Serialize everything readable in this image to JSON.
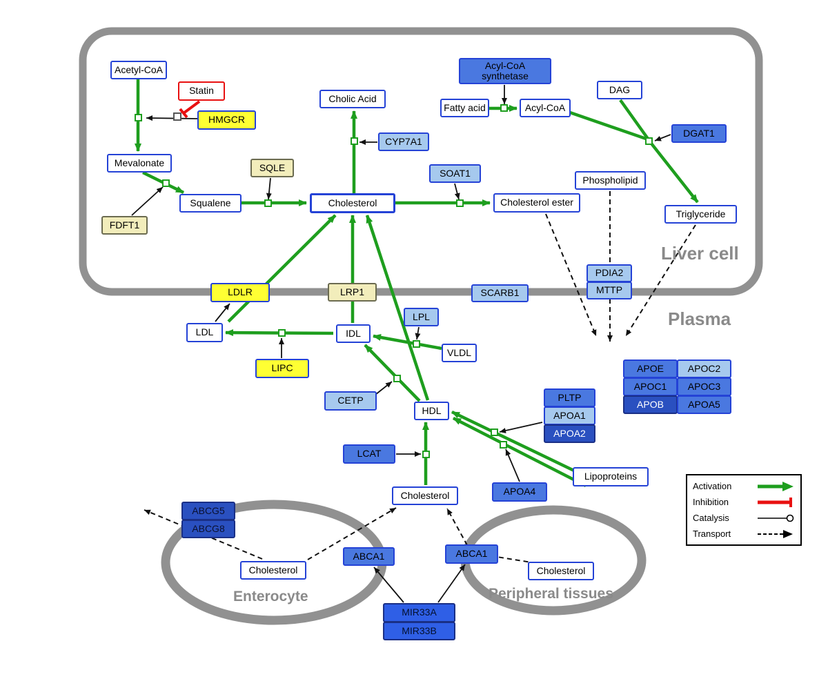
{
  "labels": {
    "liver_cell": "Liver cell",
    "plasma": "Plasma",
    "enterocyte": "Enterocyte",
    "peripheral_tissues": "Peripheral tissues"
  },
  "legend": {
    "activation": "Activation",
    "inhibition": "Inhibition",
    "catalysis": "Catalysis",
    "transport": "Transport"
  },
  "colors": {
    "activation_green": "#1e9e1e",
    "inhibition_red": "#e81010",
    "membrane_gray": "#919191",
    "metabolite_border_blue": "#2442d6",
    "enzyme_yellow": "#ffff33",
    "pale_yellow": "#f2edbb",
    "light_blue": "#a6c9ee",
    "mid_blue": "#4a78e0",
    "dark_blue": "#2a50c0",
    "vivid_blue": "#2f5fe6"
  },
  "nodes": {
    "acetyl_coa": {
      "label": "Acetyl-CoA"
    },
    "statin": {
      "label": "Statin"
    },
    "hmgcr": {
      "label": "HMGCR"
    },
    "mevalonate": {
      "label": "Mevalonate"
    },
    "sqle": {
      "label": "SQLE"
    },
    "fdft1": {
      "label": "FDFT1"
    },
    "squalene": {
      "label": "Squalene"
    },
    "cholic_acid": {
      "label": "Cholic Acid"
    },
    "cyp7a1": {
      "label": "CYP7A1"
    },
    "cholesterol_liver": {
      "label": "Cholesterol"
    },
    "soat1": {
      "label": "SOAT1"
    },
    "cholesterol_ester": {
      "label": "Cholesterol ester"
    },
    "acyl_coa_synthetase": {
      "label": "Acyl-CoA synthetase"
    },
    "fatty_acid": {
      "label": "Fatty acid"
    },
    "acyl_coa": {
      "label": "Acyl-CoA"
    },
    "dag": {
      "label": "DAG"
    },
    "dgat1": {
      "label": "DGAT1"
    },
    "phospholipid": {
      "label": "Phospholipid"
    },
    "triglyceride": {
      "label": "Triglyceride"
    },
    "pdia2": {
      "label": "PDIA2"
    },
    "mttp": {
      "label": "MTTP"
    },
    "ldlr": {
      "label": "LDLR"
    },
    "lrp1": {
      "label": "LRP1"
    },
    "scarb1": {
      "label": "SCARB1"
    },
    "ldl": {
      "label": "LDL"
    },
    "idl": {
      "label": "IDL"
    },
    "lpl": {
      "label": "LPL"
    },
    "vldl": {
      "label": "VLDL"
    },
    "lipc": {
      "label": "LIPC"
    },
    "cetp": {
      "label": "CETP"
    },
    "hdl": {
      "label": "HDL"
    },
    "pltp": {
      "label": "PLTP"
    },
    "apoa1": {
      "label": "APOA1"
    },
    "apoa2": {
      "label": "APOA2"
    },
    "apoe": {
      "label": "APOE"
    },
    "apoc2": {
      "label": "APOC2"
    },
    "apoc1": {
      "label": "APOC1"
    },
    "apoc3": {
      "label": "APOC3"
    },
    "apob": {
      "label": "APOB"
    },
    "apoa5": {
      "label": "APOA5"
    },
    "lcat": {
      "label": "LCAT"
    },
    "apoa4": {
      "label": "APOA4"
    },
    "lipoproteins": {
      "label": "Lipoproteins"
    },
    "cholesterol_plasma": {
      "label": "Cholesterol"
    },
    "abcg5": {
      "label": "ABCG5"
    },
    "abcg8": {
      "label": "ABCG8"
    },
    "cholesterol_enterocyte": {
      "label": "Cholesterol"
    },
    "abca1_liver": {
      "label": "ABCA1"
    },
    "abca1_peripheral": {
      "label": "ABCA1"
    },
    "cholesterol_peripheral": {
      "label": "Cholesterol"
    },
    "mir33a": {
      "label": "MIR33A"
    },
    "mir33b": {
      "label": "MIR33B"
    }
  }
}
